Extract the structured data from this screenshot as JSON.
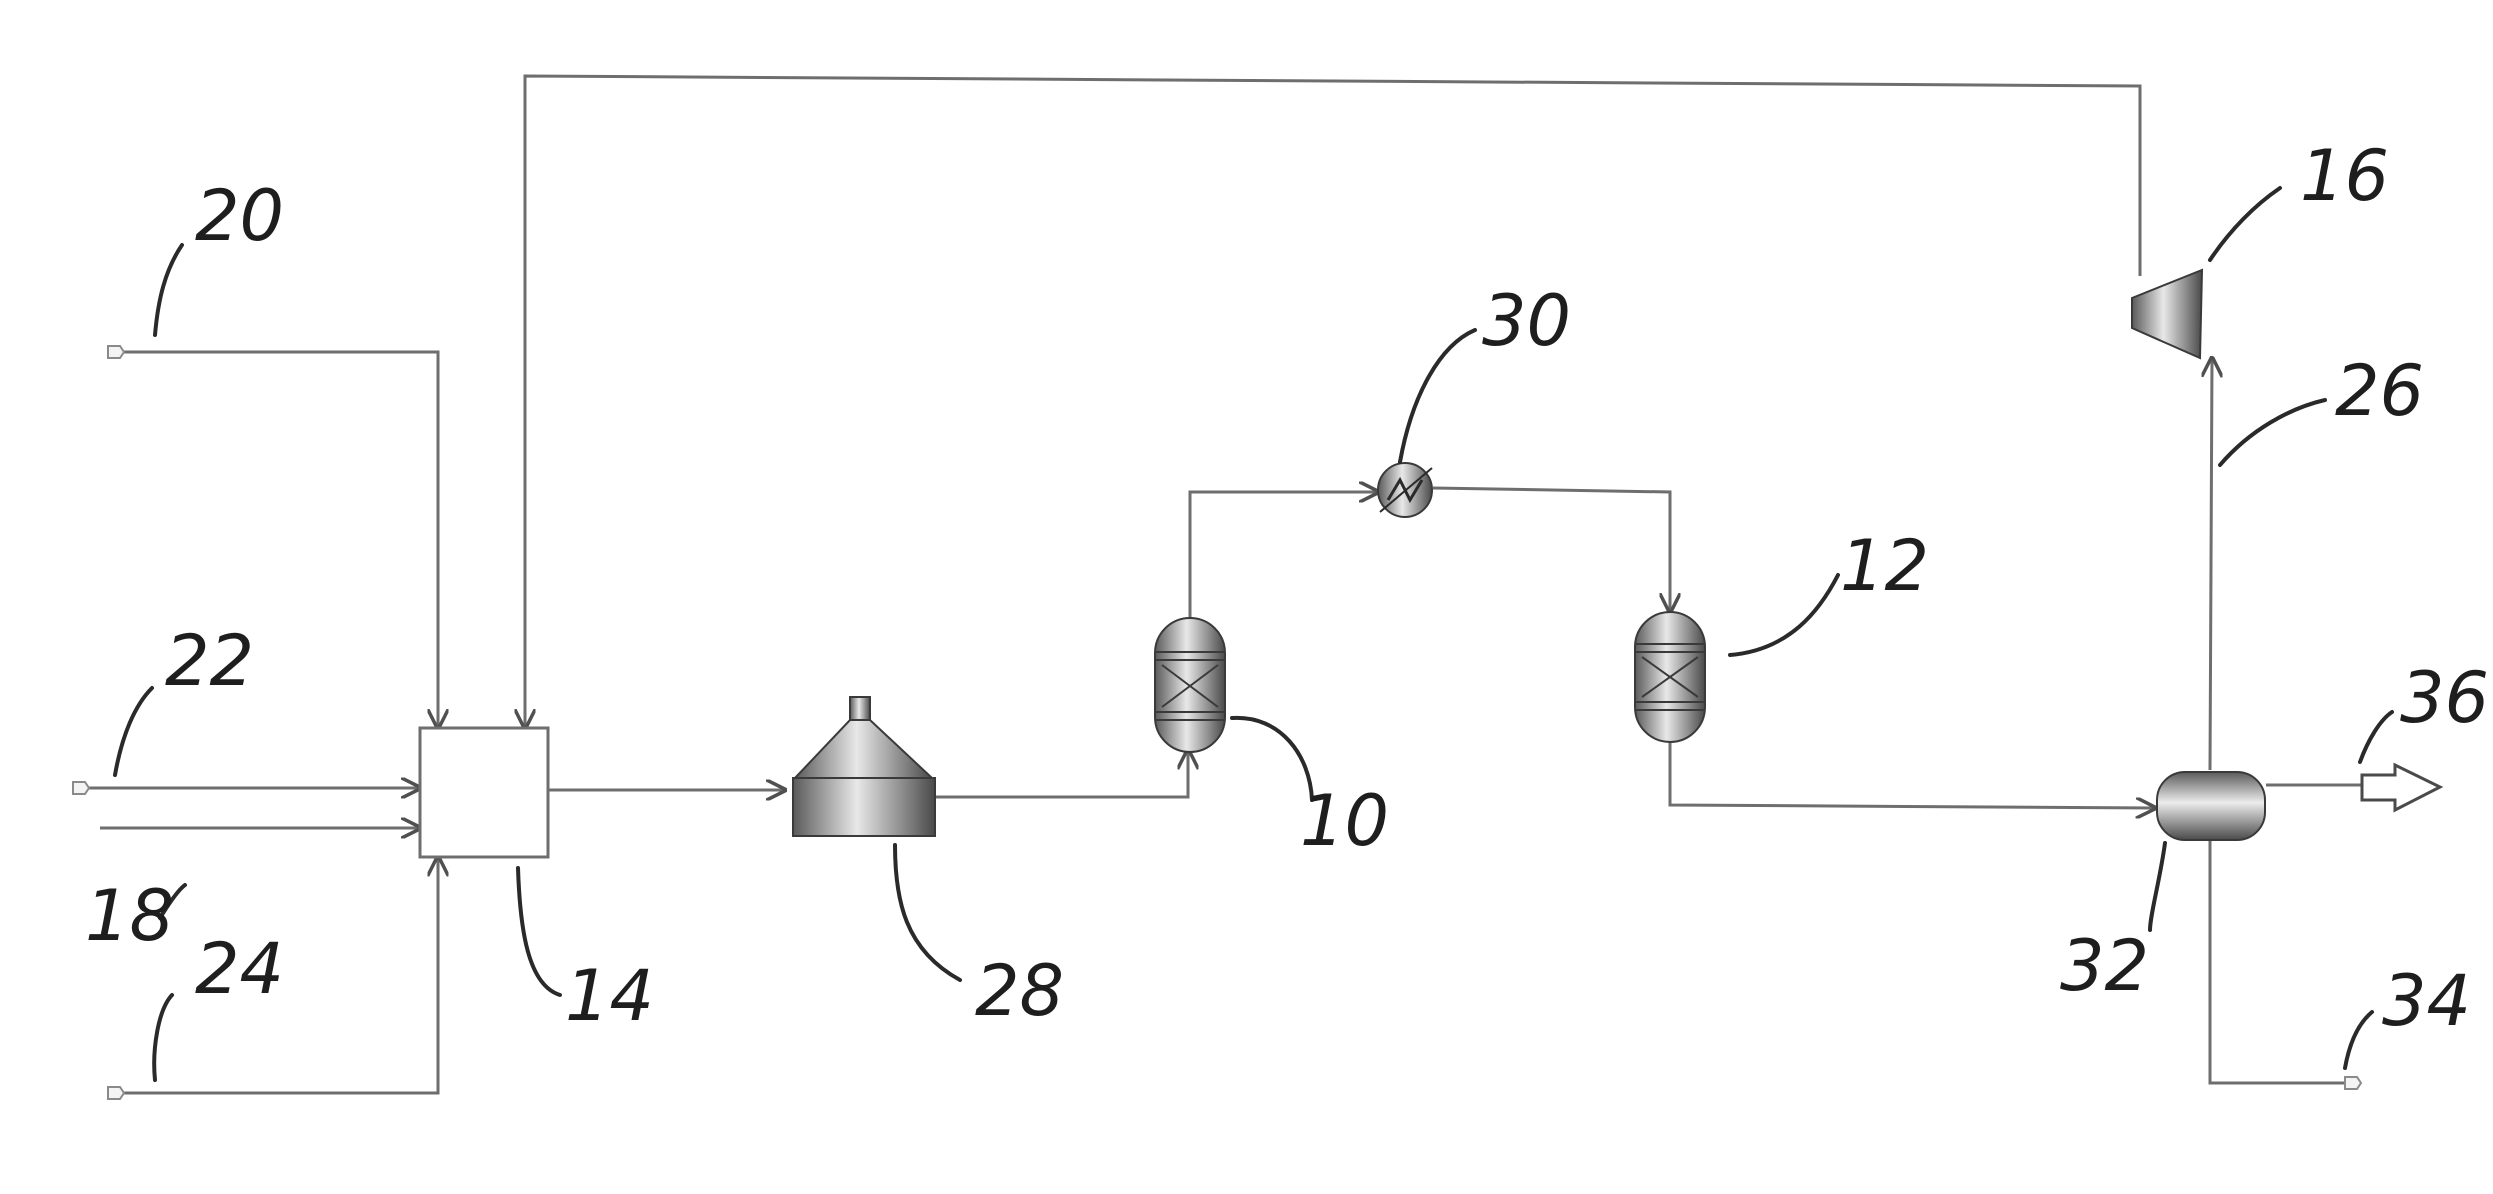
{
  "refs": {
    "r10": "10",
    "r12": "12",
    "r14": "14",
    "r16": "16",
    "r18": "18",
    "r20": "20",
    "r22": "22",
    "r24": "24",
    "r26": "26",
    "r28": "28",
    "r30": "30",
    "r32": "32",
    "r34": "34",
    "r36": "36"
  },
  "colors": {
    "line": "#6e6e6e",
    "equipment_dark": "#4a4a4a",
    "equipment_light": "#e6e6e6",
    "label": "#1e1e1e"
  },
  "icons": {
    "hopper": "settling-vessel-icon",
    "reactor": "packed-reactor-icon",
    "heat_exchanger": "heat-exchanger-icon",
    "compressor": "compressor-icon",
    "separator": "separator-drum-icon"
  }
}
